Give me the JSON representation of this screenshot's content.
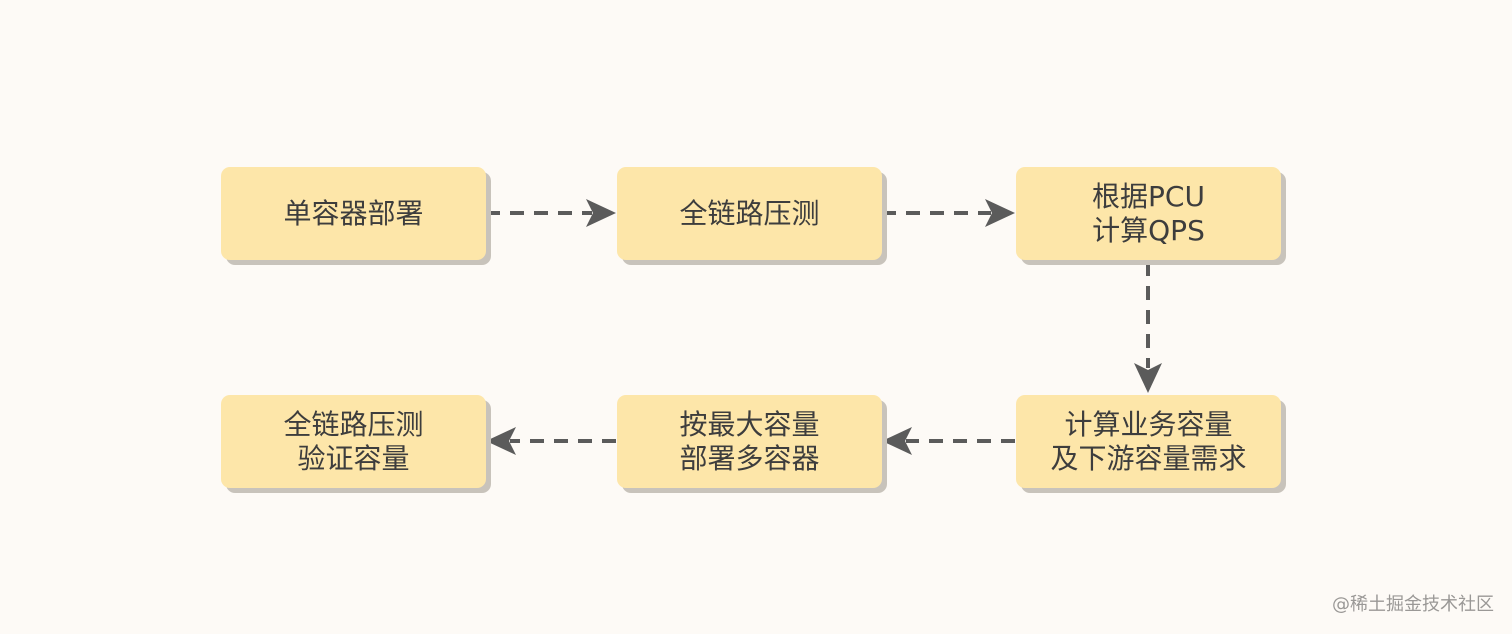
{
  "diagram": {
    "nodes": [
      {
        "id": "n1",
        "lines": [
          "单容器部署"
        ]
      },
      {
        "id": "n2",
        "lines": [
          "全链路压测"
        ]
      },
      {
        "id": "n3",
        "lines": [
          "根据PCU",
          "计算QPS"
        ]
      },
      {
        "id": "n4",
        "lines": [
          "计算业务容量",
          "及下游容量需求"
        ]
      },
      {
        "id": "n5",
        "lines": [
          "按最大容量",
          "部署多容器"
        ]
      },
      {
        "id": "n6",
        "lines": [
          "全链路压测",
          "验证容量"
        ]
      }
    ],
    "edges": [
      {
        "from": "n1",
        "to": "n2",
        "style": "dashed"
      },
      {
        "from": "n2",
        "to": "n3",
        "style": "dashed"
      },
      {
        "from": "n3",
        "to": "n4",
        "style": "dashed"
      },
      {
        "from": "n4",
        "to": "n5",
        "style": "dashed"
      },
      {
        "from": "n5",
        "to": "n6",
        "style": "dashed"
      }
    ],
    "colors": {
      "node_fill": "#fde6a9",
      "node_shadow": "#c8c3bb",
      "arrow": "#5b5b5b",
      "background": "#fdfaf6",
      "text": "#3d3d3d"
    }
  },
  "watermark": {
    "text": "@稀土掘金技术社区"
  }
}
